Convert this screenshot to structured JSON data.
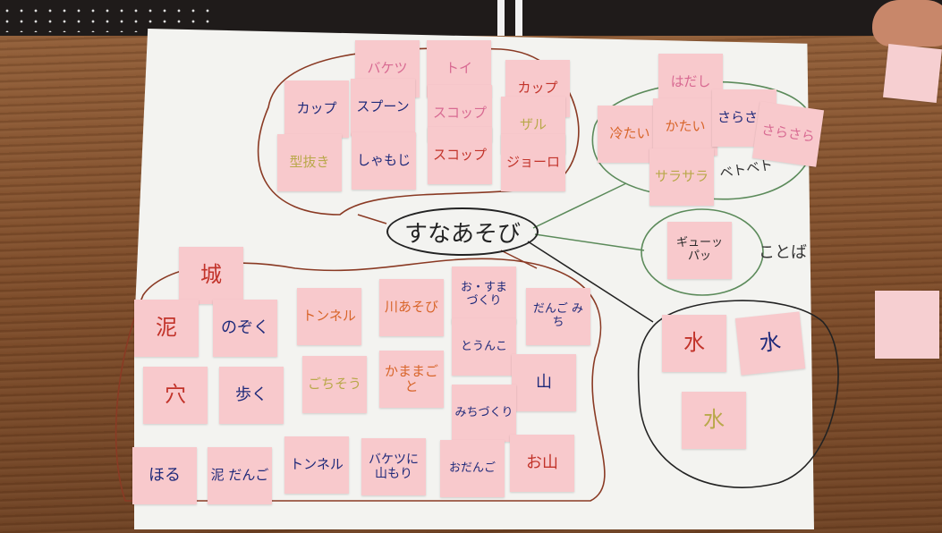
{
  "center_topic": "すなあそび",
  "side_label": "ことば",
  "tools_group": [
    "バケツ",
    "トイ",
    "カップ",
    "カップ",
    "スプーン",
    "スコップ",
    "ザル",
    "型抜き",
    "しゃもじ",
    "スコップ",
    "ジョーロ"
  ],
  "feel_group": [
    "はだし",
    "冷たい",
    "かたい",
    "さらさら",
    "さらさら",
    "サラサラ",
    "ベトベト"
  ],
  "words_group": [
    "ギューッ パッ"
  ],
  "water_group": [
    "水",
    "水",
    "水"
  ],
  "play_group": [
    "城",
    "泥",
    "のぞく",
    "トンネル",
    "川あそび",
    "お・すま づくり",
    "だんご みち",
    "とうんこ",
    "穴",
    "歩く",
    "ごちそう",
    "かままごと",
    "山",
    "みちづくり",
    "ほる",
    "泥 だんご",
    "トンネル",
    "バケツに 山もり",
    "おだんご",
    "お山"
  ],
  "colors": {
    "note": "#f8c9cc",
    "paper": "#f3f3f0",
    "line_brown": "#8a3a24",
    "line_green": "#5b8a5a",
    "line_dark": "#222222"
  }
}
